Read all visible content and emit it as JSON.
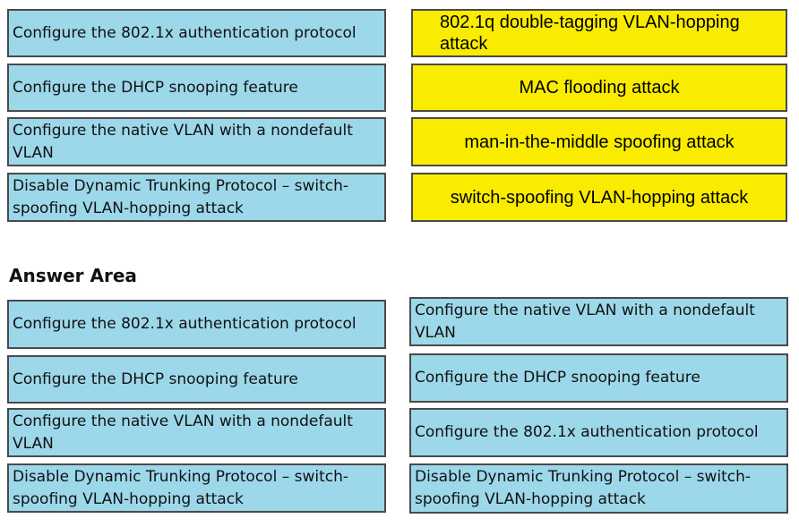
{
  "source_options": [
    "Configure the 802.1x authentication protocol",
    "Configure the DHCP snooping feature",
    "Configure the native VLAN with a nondefault VLAN",
    "Disable Dynamic Trunking Protocol – switch-spoofing VLAN-hopping attack"
  ],
  "attacks": [
    "802.1q double-tagging VLAN-hopping attack",
    "MAC flooding attack",
    "man-in-the-middle spoofing attack",
    "switch-spoofing VLAN-hopping attack"
  ],
  "answer_area": {
    "heading": "Answer Area",
    "left_options": [
      "Configure the 802.1x authentication protocol",
      "Configure the DHCP snooping feature",
      "Configure the native VLAN with a nondefault VLAN",
      "Disable Dynamic Trunking Protocol – switch-spoofing VLAN-hopping attack"
    ],
    "answers": [
      "Configure the native VLAN with a nondefault VLAN",
      "Configure the DHCP snooping feature",
      "Configure the 802.1x authentication protocol",
      "Disable Dynamic Trunking Protocol – switch-spoofing VLAN-hopping attack"
    ]
  },
  "colors": {
    "option_fill": "#9cd8ea",
    "attack_fill": "#f9ec00",
    "border": "#4a4a4a"
  }
}
